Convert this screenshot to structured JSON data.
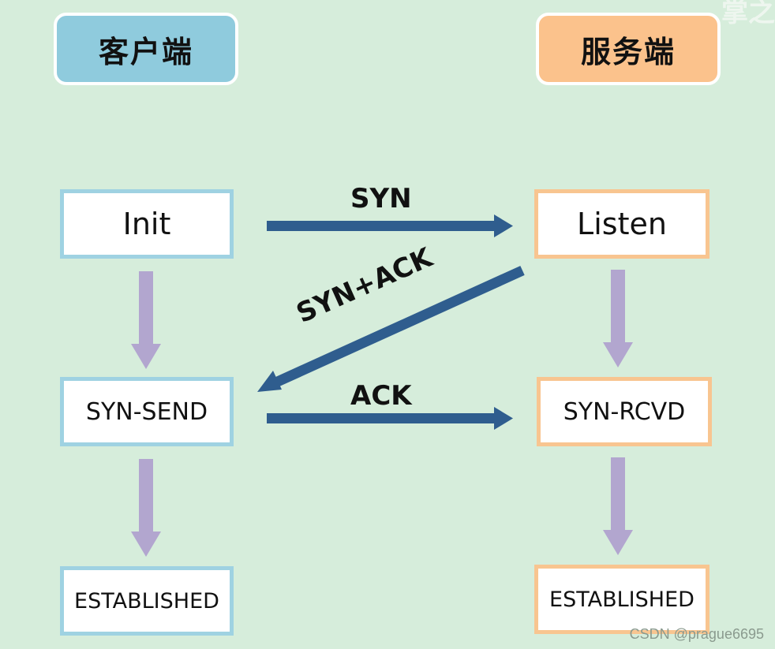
{
  "headers": {
    "client": "客户端",
    "server": "服务端"
  },
  "client_states": {
    "init": "Init",
    "syn_send": "SYN-SEND",
    "established": "ESTABLISHED"
  },
  "server_states": {
    "listen": "Listen",
    "syn_rcvd": "SYN-RCVD",
    "established": "ESTABLISHED"
  },
  "messages": {
    "syn": "SYN",
    "syn_ack": "SYN+ACK",
    "ack": "ACK"
  },
  "watermark": "CSDN @prague6695",
  "corner_watermark": "掌之",
  "colors": {
    "background": "#d6eddb",
    "client_header": "#8fcbdd",
    "server_header": "#fbc28c",
    "client_border": "#9fd2e2",
    "server_border": "#f8c590",
    "message_arrow": "#2f5d8e",
    "state_arrow": "#b2a6cf"
  }
}
